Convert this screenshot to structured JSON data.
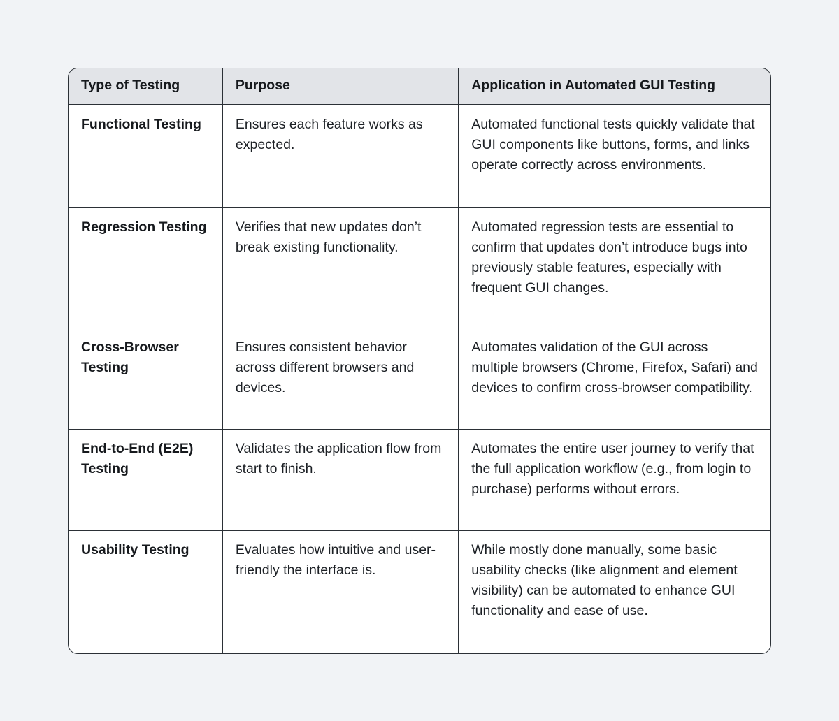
{
  "table": {
    "header": {
      "col1": "Type of Testing",
      "col2": "Purpose",
      "col3": "Application in Automated GUI Testing"
    },
    "rows": [
      {
        "type": "Functional Testing",
        "purpose": "Ensures each feature works as expected.",
        "application": "Automated functional tests quickly validate that GUI components like buttons, forms, and links operate correctly across environments."
      },
      {
        "type": "Regression Testing",
        "purpose": "Verifies that new updates don’t break existing functionality.",
        "application": "Automated regression tests are essential to confirm that updates don’t introduce bugs into previously stable features, especially with frequent GUI changes."
      },
      {
        "type": "Cross-Browser Testing",
        "purpose": "Ensures consistent behavior across different browsers and devices.",
        "application": "Automates validation of the GUI across multiple browsers (Chrome, Firefox, Safari) and devices to confirm cross-browser compatibility."
      },
      {
        "type": "End-to-End (E2E) Testing",
        "purpose": "Validates the application flow from start to finish.",
        "application": "Automates the entire user journey to verify that the full application workflow (e.g., from login to purchase) performs without errors."
      },
      {
        "type": "Usability Testing",
        "purpose": "Evaluates how intuitive and user-friendly the interface is.",
        "application": "While mostly done manually, some basic usability checks (like alignment and element visibility) can be automated to enhance GUI functionality and ease of use."
      }
    ]
  },
  "colors": {
    "page_background": "#f1f3f6",
    "header_background": "#e2e4e8",
    "cell_background": "#ffffff",
    "border": "#2b3036",
    "text": "#1c2025"
  }
}
